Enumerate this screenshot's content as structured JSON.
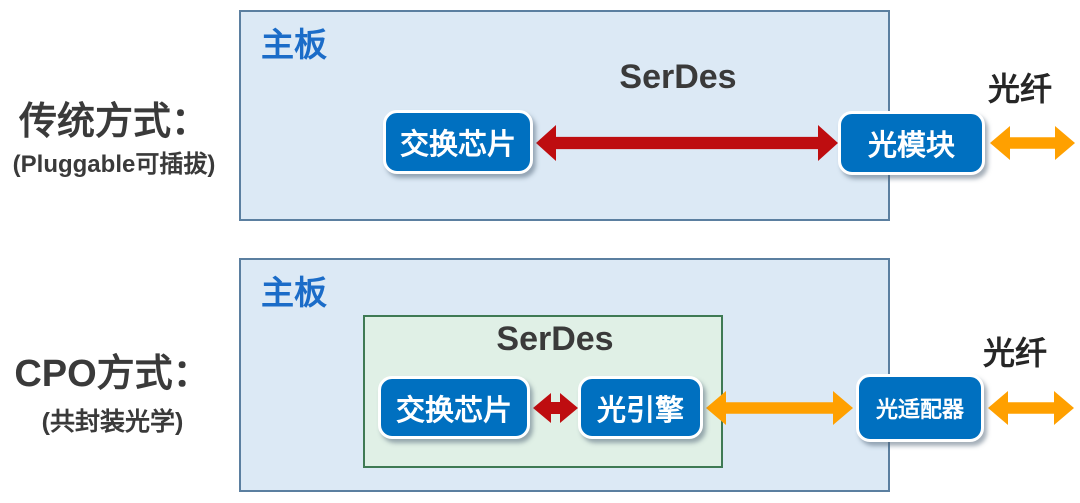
{
  "colors": {
    "node-blue": "#0070C0",
    "board-fill": "#DCE9F5",
    "board-border": "#5B7FA0",
    "green-fill": "#E0F0E6",
    "green-border": "#3F7A54",
    "red-arrow": "#BE0D10",
    "orange-arrow": "#FFA000",
    "board-label-blue": "#1B6CC8",
    "text-dark": "#3A3A3A"
  },
  "row1": {
    "title": "传统方式：",
    "subtitle": "(Pluggable可插拔)",
    "board_label": "主板",
    "serdes_label": "SerDes",
    "chip_label": "交换芯片",
    "module_label": "光模块",
    "fiber_label": "光纤"
  },
  "row2": {
    "title": "CPO方式：",
    "subtitle": "(共封装光学)",
    "board_label": "主板",
    "serdes_label": "SerDes",
    "chip_label": "交换芯片",
    "engine_label": "光引擎",
    "adapter_label": "光适配器",
    "fiber_label": "光纤"
  }
}
